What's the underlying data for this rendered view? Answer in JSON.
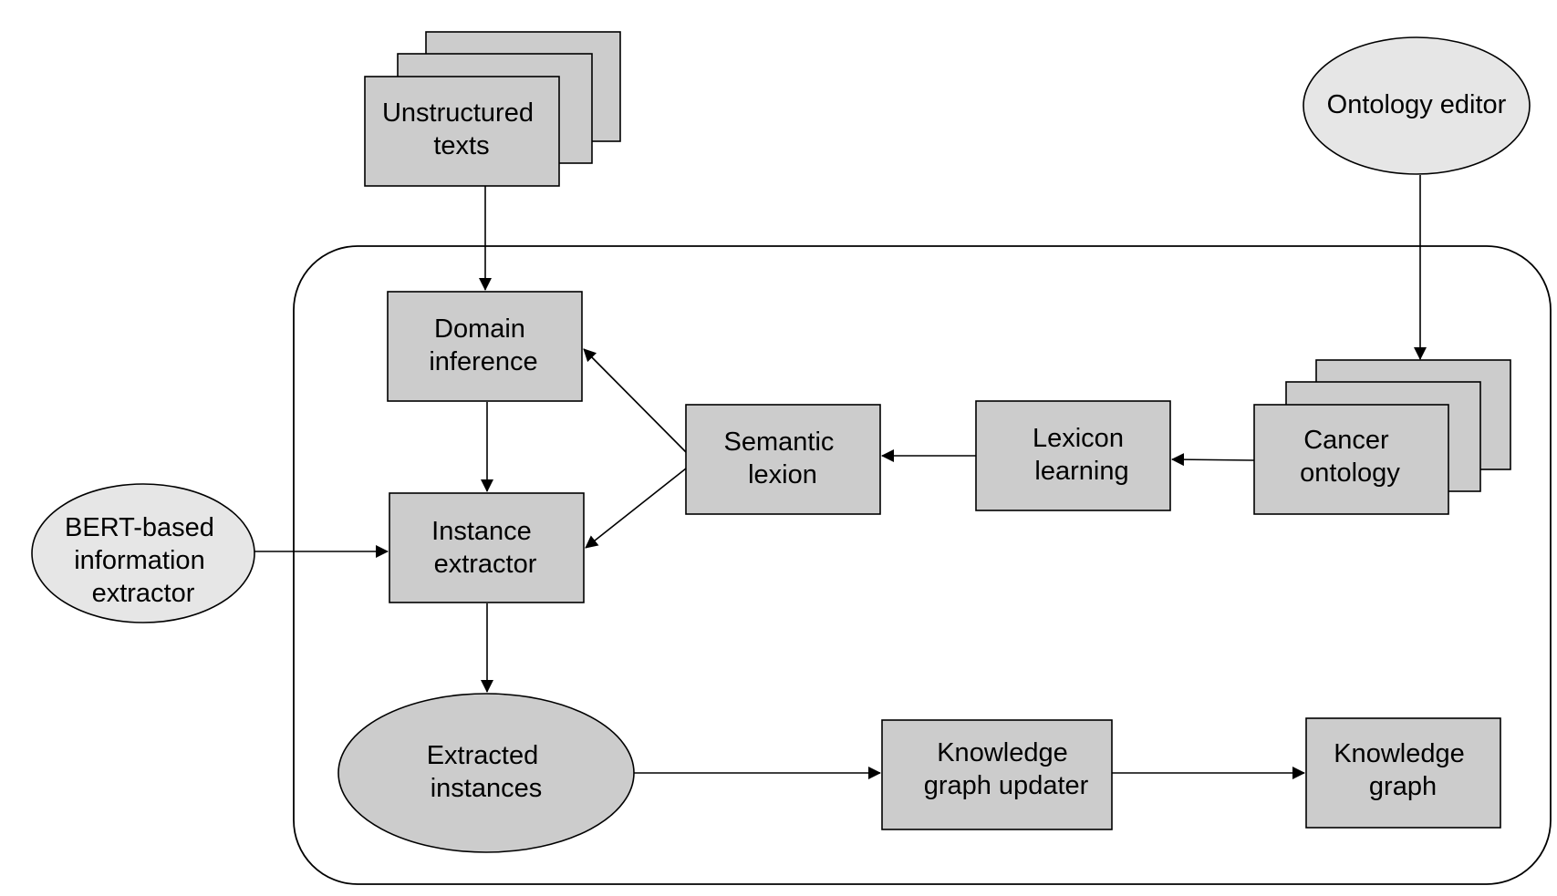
{
  "nodes": {
    "unstructured_texts": {
      "lines": [
        "Unstructured",
        "texts"
      ]
    },
    "ontology_editor": {
      "lines": [
        "Ontology editor"
      ]
    },
    "domain_inference": {
      "lines": [
        "Domain",
        "inference"
      ]
    },
    "semantic_lexion": {
      "lines": [
        "Semantic",
        "lexion"
      ]
    },
    "lexicon_learning": {
      "lines": [
        "Lexicon",
        "learning"
      ]
    },
    "cancer_ontology": {
      "lines": [
        "Cancer",
        "ontology"
      ]
    },
    "bert_extractor": {
      "lines": [
        "BERT-based",
        "information",
        "extractor"
      ]
    },
    "instance_extractor": {
      "lines": [
        "Instance",
        "extractor"
      ]
    },
    "extracted_instances": {
      "lines": [
        "Extracted",
        "instances"
      ]
    },
    "kg_updater": {
      "lines": [
        "Knowledge",
        "graph updater"
      ]
    },
    "knowledge_graph": {
      "lines": [
        "Knowledge",
        "graph"
      ]
    }
  },
  "colors": {
    "box_fill": "#cccccc",
    "ellipse_light_fill": "#e6e6e6",
    "stroke": "#000000",
    "background": "#ffffff"
  }
}
